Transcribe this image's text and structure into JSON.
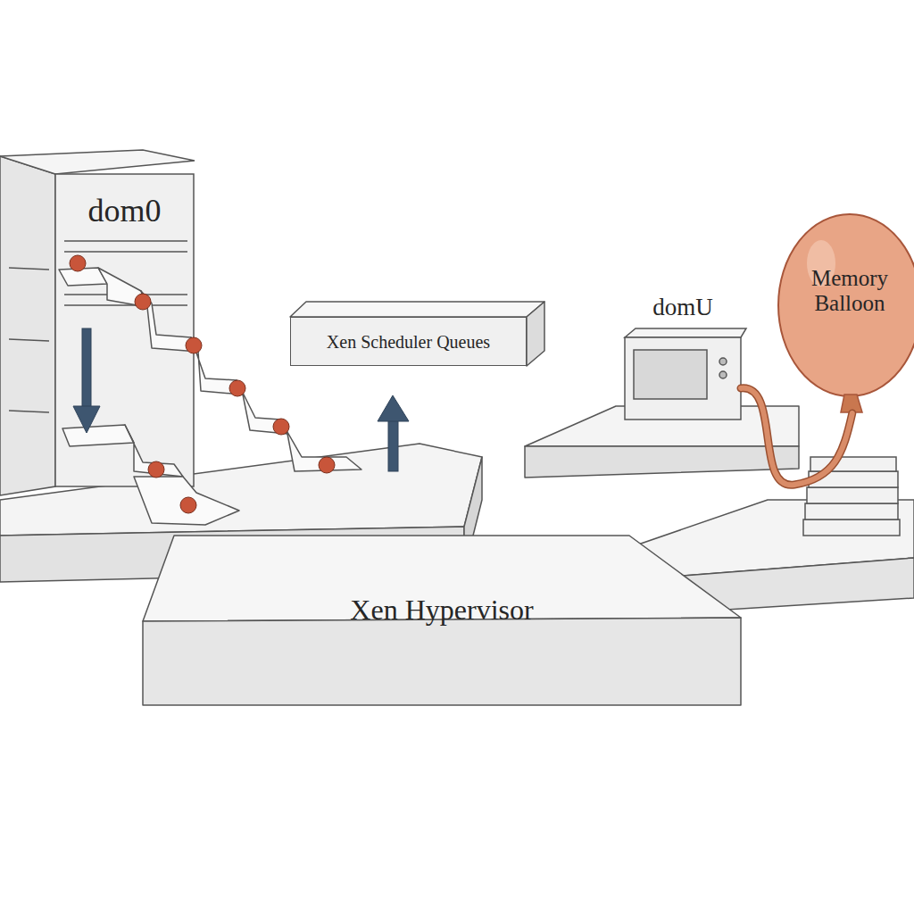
{
  "diagram": {
    "nodes": [
      {
        "text": [
          "dom0"
        ]
      },
      {
        "text": [
          "Xen Scheduler Queues"
        ]
      },
      {
        "text": [
          "domU"
        ]
      },
      {
        "text": [
          "Memory Balloon"
        ]
      },
      {
        "text": [
          "Xen Hypervisor"
        ]
      }
    ],
    "edges": [
      {
        "from": 2,
        "to": 3,
        "arrow": "none"
      }
    ]
  }
}
